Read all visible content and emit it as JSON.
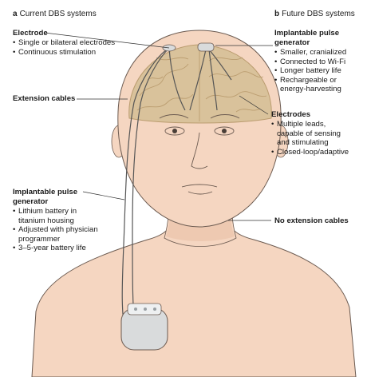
{
  "panel_a": {
    "letter": "a",
    "title": "Current DBS systems"
  },
  "panel_b": {
    "letter": "b",
    "title": "Future DBS systems"
  },
  "electrode_current": {
    "heading": "Electrode",
    "bullets": [
      "Single or bilateral electrodes",
      "Continuous stimulation"
    ]
  },
  "extension_cables": {
    "label": "Extension cables"
  },
  "ipg_current": {
    "heading_lines": [
      "Implantable pulse",
      "generator"
    ],
    "bullets": [
      [
        "Lithium battery in",
        "titanium housing"
      ],
      [
        "Adjusted with physician",
        "programmer"
      ],
      [
        "3–5-year battery life"
      ]
    ]
  },
  "ipg_future": {
    "heading_lines": [
      "Implantable pulse",
      "generator"
    ],
    "bullets": [
      [
        "Smaller, cranialized"
      ],
      [
        "Connected to Wi-Fi"
      ],
      [
        "Longer battery life"
      ],
      [
        "Rechargeable or",
        "energy-harvesting"
      ]
    ]
  },
  "electrodes_future": {
    "heading": "Electrodes",
    "bullets": [
      [
        "Multiple leads,",
        "capable of sensing",
        "and stimulating"
      ],
      [
        "Closed-loop/adaptive"
      ]
    ]
  },
  "no_extension": {
    "label": "No extension cables"
  },
  "colors": {
    "skin": "#f5d6c1",
    "skin_shadow": "#e9bfa7",
    "outline": "#6b5a50",
    "brain": "#d8c19a",
    "brain_line": "#b89a6c",
    "device": "#d9dbdc",
    "lead": "#555555",
    "leader": "#333333"
  }
}
